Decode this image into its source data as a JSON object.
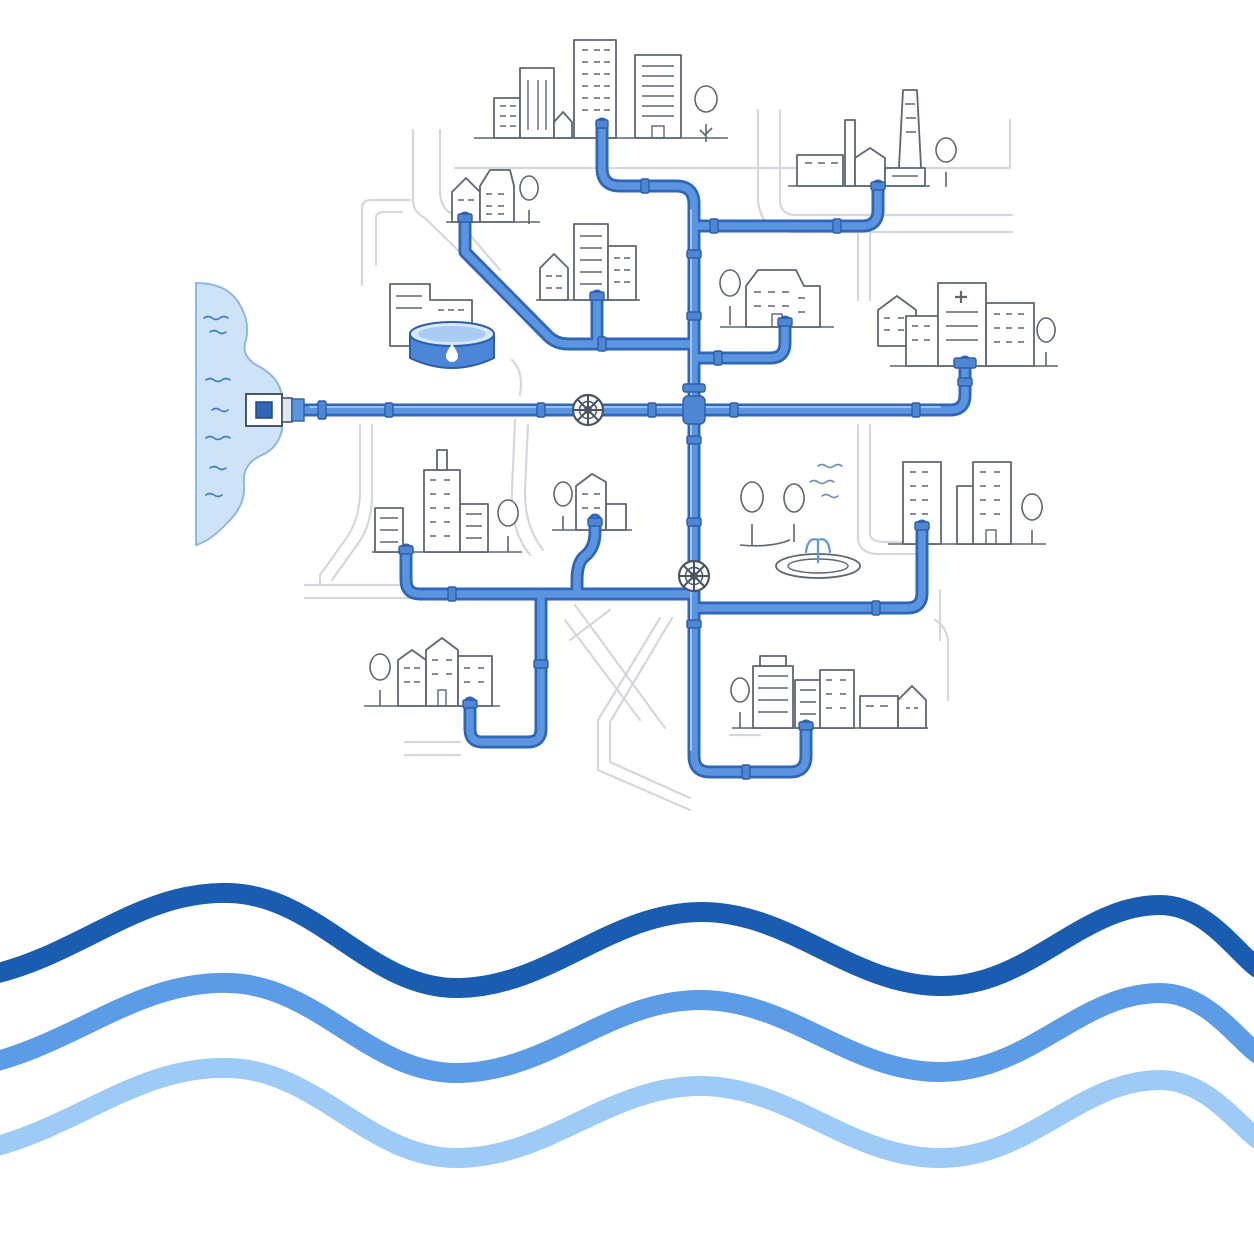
{
  "colors": {
    "pipe": "#2f66b8",
    "pipe_fill": "#5b95e0",
    "water": "#cfe3f8",
    "wave_dark": "#1a5cb0",
    "wave_mid": "#5c9ce6",
    "wave_light": "#9dcbf5",
    "outline": "#5d6672",
    "road": "#d4d8de"
  },
  "icons": {
    "source": "lake-water-source-icon",
    "intake": "pump-intake-icon",
    "reservoir": "water-reservoir-tank-icon",
    "valves": [
      "valve-wheel-icon",
      "valve-wheel-icon"
    ],
    "hospital": "hospital-cross-icon",
    "fountain": "park-fountain-icon"
  },
  "districts": [
    "downtown-high-rises",
    "factory",
    "houses-northwest",
    "apartment-block",
    "school",
    "hospital",
    "city-block-west",
    "town-houses-center",
    "park-fountain",
    "office-block-east",
    "row-houses-southwest",
    "commercial-block-southeast"
  ]
}
